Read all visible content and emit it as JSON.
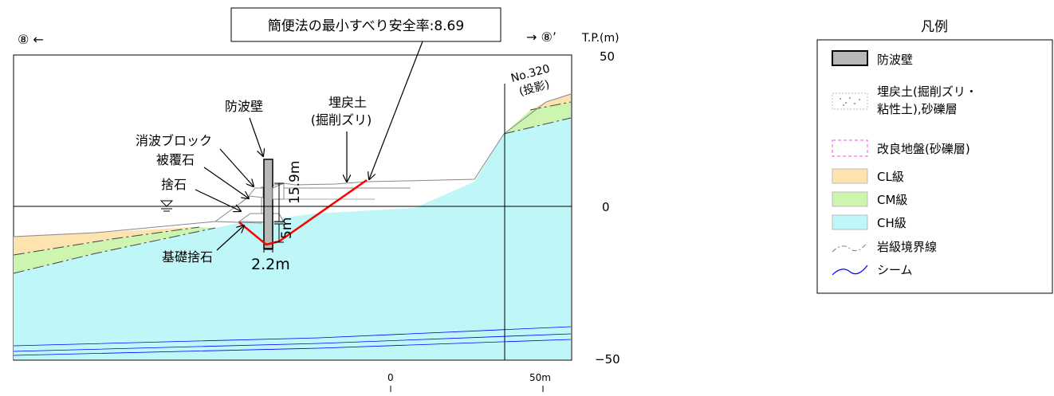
{
  "title": "簡便法の最小すべり安全率:8.69",
  "section": {
    "left": "⑧ ←",
    "right": "→ ⑧’"
  },
  "axis": {
    "label": "T.P.(m)",
    "ticks": [
      "50",
      "0",
      "−50"
    ]
  },
  "scale": {
    "zero": "0",
    "fifty": "50m"
  },
  "station": {
    "line1": "No.320",
    "line2": "(投影)"
  },
  "labels": {
    "wall": "防波壁",
    "fill_1": "埋戻土",
    "fill_2": "(掘削ズリ)",
    "wave_block": "消波ブロック",
    "armor": "被覆石",
    "rubble": "捨石",
    "base_rubble": "基礎捨石"
  },
  "dimensions": {
    "d1": "15.9m",
    "d2": "5m",
    "d3": "2.2m"
  },
  "legend": {
    "title": "凡例",
    "items": [
      {
        "label": "防波壁",
        "color": "#b8b8b8"
      },
      {
        "label": "埋戻土(掘削ズリ・",
        "label2": "粘性土),砂礫層"
      },
      {
        "label": "改良地盤(砂礫層)",
        "color": "#ff4fd8"
      },
      {
        "label": "CL級",
        "color": "#fde3b0"
      },
      {
        "label": "CM級",
        "color": "#cdf5b0"
      },
      {
        "label": "CH級",
        "color": "#bff6f8"
      },
      {
        "label": "岩級境界線"
      },
      {
        "label": "シーム",
        "color": "#0000ff"
      }
    ]
  },
  "colors": {
    "ch": "#bff6f8",
    "cm": "#cdf5b0",
    "cl": "#fde3b0",
    "slip": "#ff0000",
    "seam": "#0000ff"
  }
}
